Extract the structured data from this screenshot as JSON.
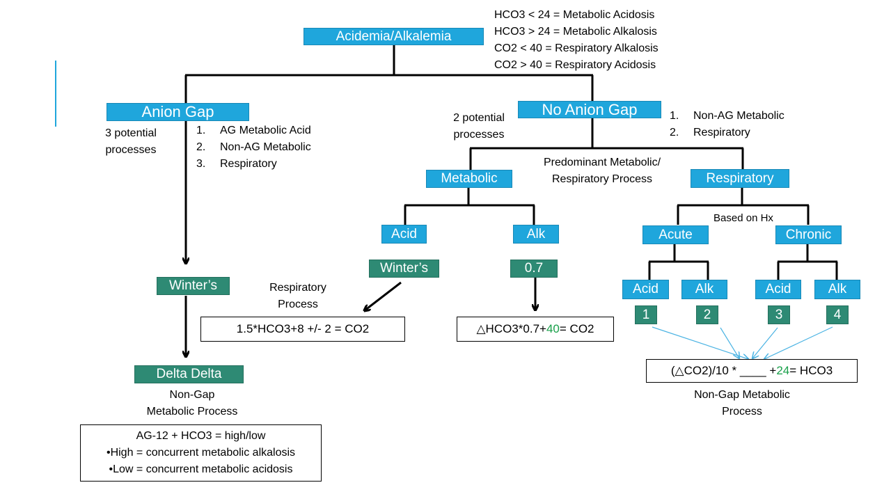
{
  "legend": [
    "HCO3 < 24 = Metabolic Acidosis",
    "HCO3 > 24 = Metabolic Alkalosis",
    "CO2 < 40 = Respiratory Alkalosis",
    "CO2 > 40 = Respiratory Acidosis"
  ],
  "nodes": {
    "root": "Acidemia/Alkalemia",
    "anion_gap": "Anion Gap",
    "no_anion_gap": "No Anion Gap",
    "ag_winters": "Winter’s",
    "delta_delta": "Delta Delta",
    "metabolic": "Metabolic",
    "respiratory": "Respiratory",
    "met_acid": "Acid",
    "met_alk": "Alk",
    "met_winters": "Winter’s",
    "met_07": "0.7",
    "acute": "Acute",
    "chronic": "Chronic",
    "acute_acid": "Acid",
    "acute_alk": "Alk",
    "chronic_acid": "Acid",
    "chronic_alk": "Alk",
    "n1": "1",
    "n2": "2",
    "n3": "3",
    "n4": "4"
  },
  "ag": {
    "label": [
      "3 potential",
      "processes"
    ],
    "list": [
      {
        "num": "1.",
        "text": "AG Metabolic Acid"
      },
      {
        "num": "2.",
        "text": "Non-AG Metabolic"
      },
      {
        "num": "3.",
        "text": "Respiratory"
      }
    ],
    "nongap_label": [
      "Non-Gap",
      "Metabolic Process"
    ],
    "formula": [
      "AG-12 + HCO3 = high/low",
      "•High = concurrent metabolic alkalosis",
      "•Low = concurrent metabolic acidosis"
    ]
  },
  "nag": {
    "label": [
      "2 potential",
      "processes"
    ],
    "list": [
      {
        "num": "1.",
        "text": "Non-AG Metabolic"
      },
      {
        "num": "2.",
        "text": "Respiratory"
      }
    ],
    "predominant": [
      "Predominant Metabolic/",
      "Respiratory Process"
    ],
    "based_on": "Based on Hx",
    "resp_process": [
      "Respiratory",
      "Process"
    ],
    "winters_formula": "1.5*HCO3+8 +/- 2 = CO2",
    "alk_formula": {
      "pre": "△HCO3*0.7+",
      "green": "40",
      "post": "= CO2"
    },
    "resp_formula": {
      "pre": "(△CO2)/10 * ____ + ",
      "green": "24",
      "post": " = HCO3"
    },
    "nongap_label": [
      "Non-Gap Metabolic",
      "Process"
    ]
  },
  "colors": {
    "box_blue": "#1fa6dc",
    "box_green": "#2e8a74",
    "accent_green": "#19a04a",
    "arrow_blue": "#4ab3e3",
    "side_line": "#1fa6dc"
  }
}
